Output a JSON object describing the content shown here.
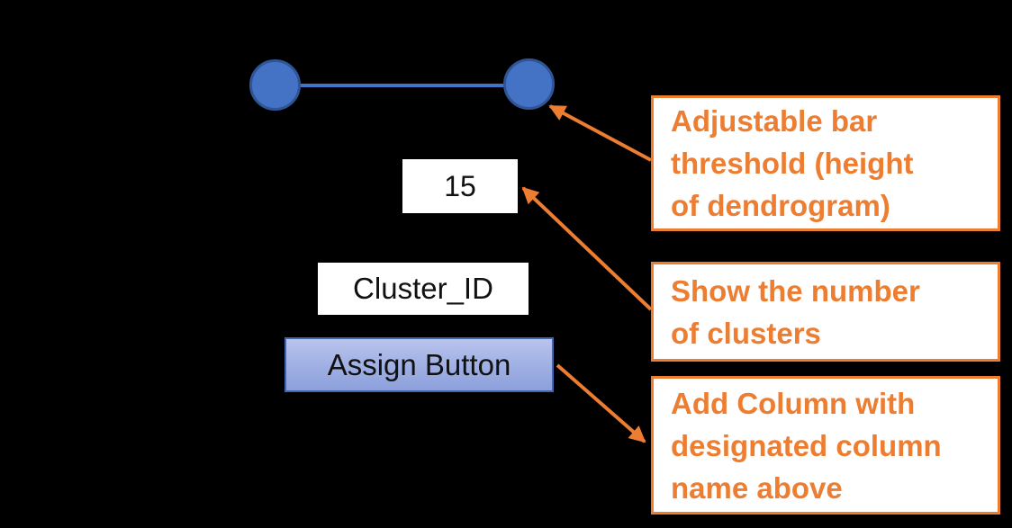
{
  "colors": {
    "background": "#000000",
    "annotation_orange": "#ED7D31",
    "box_white": "#FFFFFF",
    "slider_fill": "#4472C4",
    "slider_border": "#2F5597",
    "button_border": "#4165B0",
    "button_gradient_top": "#B9C4EC",
    "button_gradient_bottom": "#8DA0DC",
    "text_black": "#111111"
  },
  "slider": {
    "description": "adjustable-threshold-slider"
  },
  "cluster_count": {
    "value": "15"
  },
  "column_name_field": {
    "value": "Cluster_ID"
  },
  "assign_button": {
    "label": "Assign Button"
  },
  "annotations": [
    {
      "text": "Adjustable bar\nthreshold (height\nof dendrogram)",
      "points_to": "slider-handle-right"
    },
    {
      "text": "Show the number\nof clusters",
      "points_to": "cluster-count-display"
    },
    {
      "text": "Add Column with\ndesignated column\nname above",
      "points_to": "assign-button"
    }
  ]
}
